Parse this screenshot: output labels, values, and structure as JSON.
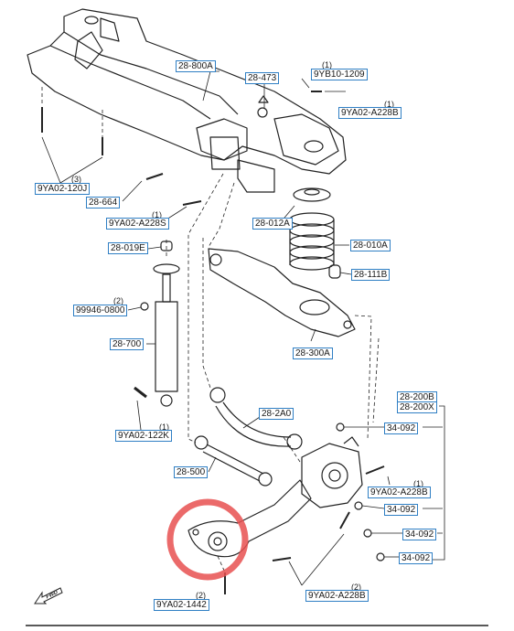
{
  "accent_color": "#2f7fc4",
  "highlight_color": "#e85050",
  "parts": {
    "crossmember": "28-800A",
    "p28_473": "28-473",
    "bolt_9yb10": "9YB10-1209",
    "qty_9yb10": "(1)",
    "bolt_a228b_top": "9YA02-A228B",
    "qty_a228b_top": "(1)",
    "bolt_120j": "9YA02-120J",
    "qty_120j": "(3)",
    "p28_664": "28-664",
    "bolt_a228s": "9YA02-A228S",
    "qty_a228s": "(1)",
    "p28_012a": "28-012A",
    "p28_010a": "28-010A",
    "p28_019e": "28-019E",
    "p28_111b": "28-111B",
    "nut_99946": "99946-0800",
    "qty_99946": "(2)",
    "p28_700": "28-700",
    "p28_300a": "28-300A",
    "p28_200b": "28-200B",
    "p28_200x": "28-200X",
    "p28_2a0": "28-2A0",
    "bolt_122k": "9YA02-122K",
    "qty_122k": "(1)",
    "nut_34092_a": "34-092",
    "nut_34092_b": "34-092",
    "nut_34092_c": "34-092",
    "nut_34092_d": "34-092",
    "p28_500": "28-500",
    "bolt_a228b_mid": "9YA02-A228B",
    "qty_a228b_mid": "(1)",
    "bolt_a228b_bot": "9YA02-A228B",
    "qty_a228b_bot": "(2)",
    "bolt_1442": "9YA02-1442",
    "qty_1442": "(2)"
  },
  "fwd_label": "FWD"
}
